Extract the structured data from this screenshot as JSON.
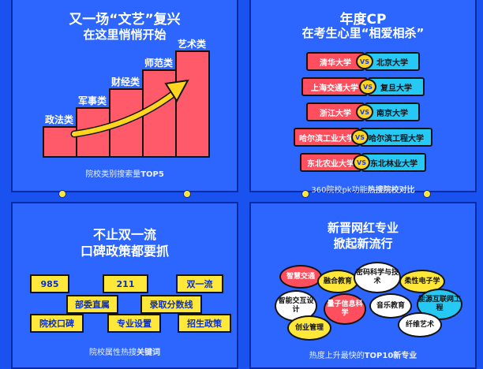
{
  "colors": {
    "background": "#1a52f0",
    "panel": "#2c66ff",
    "bar": "#ff5a6a",
    "red_pill": "#ff4e5e",
    "cyan_pill": "#26c8f4",
    "yellow": "#ffe83a",
    "arrow": "#ffd51f"
  },
  "panel1": {
    "title_line1": "又一场“文艺”复兴",
    "title_line2": "在这里悄悄开始",
    "caption_prefix": "院校类别搜索量",
    "caption_bold": "TOP5",
    "chart_data": {
      "type": "bar",
      "categories": [
        "政法类",
        "军事类",
        "财经类",
        "师范类",
        "艺术类"
      ],
      "values": [
        1,
        2,
        3,
        4,
        5
      ],
      "title": "",
      "xlabel": "",
      "ylabel": ""
    }
  },
  "panel2": {
    "title_line1": "年度CP",
    "title_line2": "在考生心里“相爱相杀”",
    "vs_label": "VS",
    "pairs": [
      {
        "left": "清华大学",
        "right": "北京大学"
      },
      {
        "left": "上海交通大学",
        "right": "复旦大学"
      },
      {
        "left": "浙江大学",
        "right": "南京大学"
      },
      {
        "left": "哈尔滨工业大学",
        "right": "哈尔滨工程大学"
      },
      {
        "left": "东北农业大学",
        "right": "东北林业大学"
      }
    ],
    "caption_prefix": "360院校pk功能",
    "caption_bold": "热搜院校对比"
  },
  "panel3": {
    "title_line1": "不止双一流",
    "title_line2": "口碑政策都要抓",
    "keywords": [
      "985",
      "211",
      "双一流",
      "部委直属",
      "录取分数线",
      "院校口碑",
      "专业设置",
      "招生政策"
    ],
    "caption_prefix": "院校属性热搜",
    "caption_bold": "关键词"
  },
  "panel4": {
    "title_line1": "新晋网红专业",
    "title_line2": "掀起新流行",
    "majors": [
      "智慧交通",
      "融合教育",
      "密码科学与技术",
      "柔性电子学",
      "智能交互设计",
      "量子信息科学",
      "音乐教育",
      "能源互联网工程",
      "创业管理",
      "纤维艺术"
    ],
    "caption_prefix": "热度上升最快的",
    "caption_bold": "TOP10新专业"
  }
}
